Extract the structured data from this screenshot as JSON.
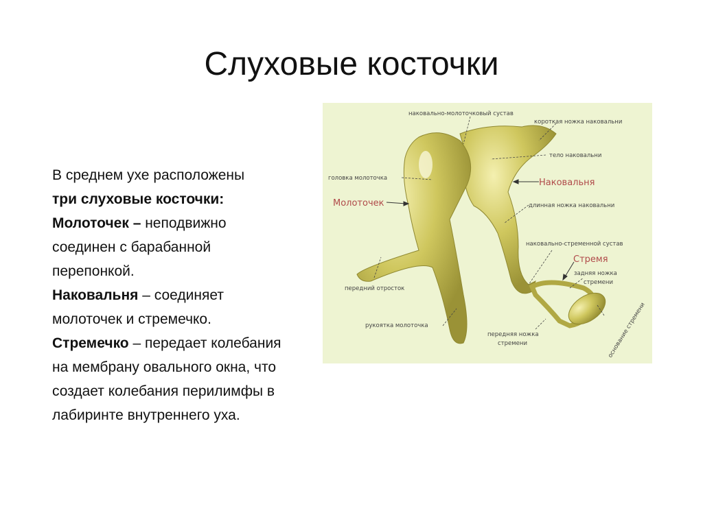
{
  "title": "Слуховые косточки",
  "body": {
    "line1": "В среднем ухе расположены",
    "line2": "три слуховые косточки:",
    "malleus_term": "Молоточек –",
    "malleus_desc1": " неподвижно",
    "malleus_desc2": "соединен с барабанной",
    "malleus_desc3": "перепонкой.",
    "incus_term": "Наковальня",
    "incus_desc1": " – соединяет",
    "incus_desc2": "молоточек и стремечко.",
    "stapes_term": "Стремечко",
    "stapes_desc1": " – передает колебания",
    "stapes_desc2": "на  мембрану овального окна, что",
    "stapes_desc3": "создает колебания перилимфы в",
    "stapes_desc4": "лабиринте внутреннего уха."
  },
  "figure": {
    "colors": {
      "background": "#eef4d2",
      "bone": "#c9c25a",
      "label": "#444444",
      "accent_label": "#b04a4a"
    },
    "labels": {
      "incudomalleolar_joint": "наковально-молоточковый сустав",
      "short_process_incus": "короткая ножка наковальни",
      "incus_body": "тело наковальни",
      "malleus_head": "головка молоточка",
      "incus": "Наковальня",
      "malleus": "Молоточек",
      "long_process_incus": "длинная ножка наковальни",
      "incudostapedial_joint": "наковально-стременной сустав",
      "stapes": "Стремя",
      "posterior_crus_1": "задняя ножка",
      "posterior_crus_2": "стремени",
      "anterior_process": "передний отросток",
      "malleus_handle": "рукоятка молоточка",
      "anterior_crus_1": "передняя ножка",
      "anterior_crus_2": "стремени",
      "stapes_base": "основание стремени"
    }
  }
}
